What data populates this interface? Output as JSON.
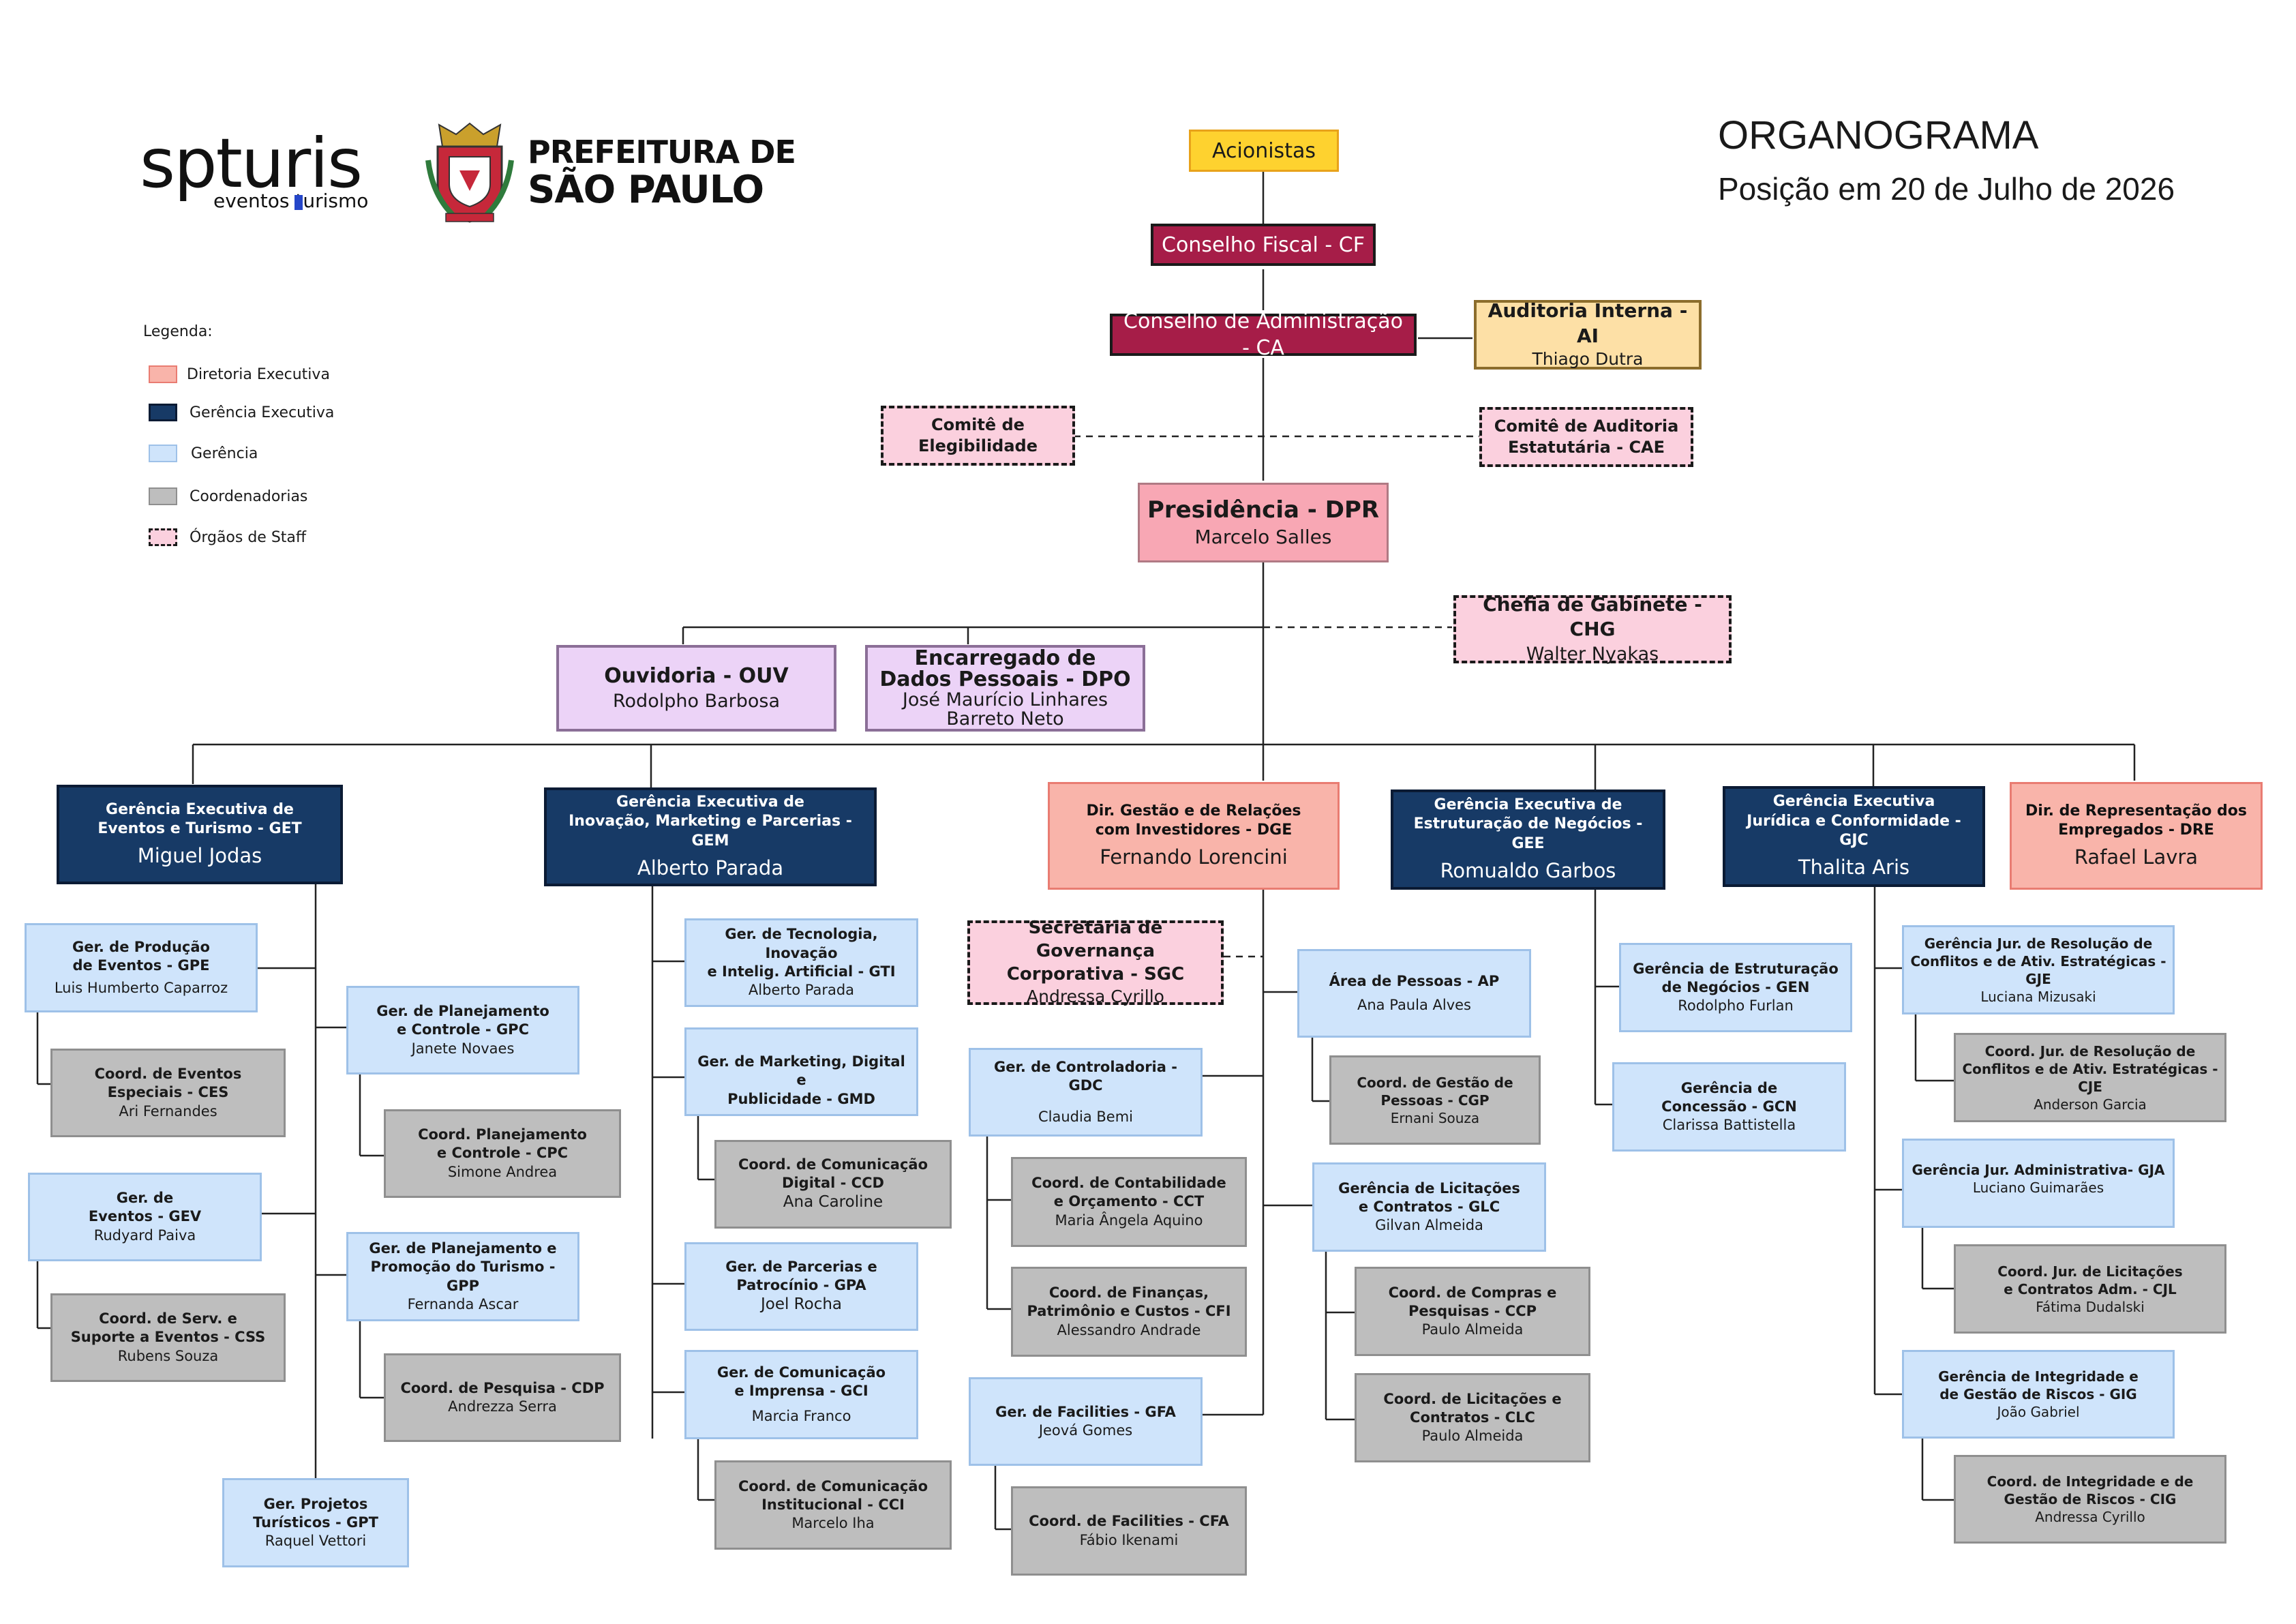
{
  "header": {
    "title": "ORGANOGRAMA",
    "subtitle": "Posição em 20 de Julho de 2026",
    "logo_spturis_main": "spturis",
    "logo_spturis_sub": "eventos turismo",
    "logo_prefeitura_line1": "PREFEITURA DE",
    "logo_prefeitura_line2": "SÃO PAULO"
  },
  "legend": {
    "title": "Legenda:",
    "items": [
      {
        "label": "Diretoria Executiva"
      },
      {
        "label": "Gerência Executiva"
      },
      {
        "label": "Gerência"
      },
      {
        "label": "Coordenadorias"
      },
      {
        "label": "Órgãos de Staff"
      }
    ]
  },
  "colors": {
    "diretoria": "#f9b4aa",
    "gerencia_executiva": "#173a66",
    "gerencia": "#cfe4fb",
    "coordenadoria": "#bebebe",
    "staff": "#fbd0de",
    "conselho": "#a61d48",
    "acionistas": "#fed22f"
  },
  "org": {
    "acionistas": {
      "title": "Acionistas",
      "person": ""
    },
    "cf": {
      "title": "Conselho Fiscal - CF",
      "person": ""
    },
    "ca": {
      "title": "Conselho de Administração - CA",
      "person": ""
    },
    "ai": {
      "title": "Auditoria Interna - AI",
      "person": "Thiago Dutra"
    },
    "ce": {
      "title": "Comitê de\nElegibilidade",
      "person": ""
    },
    "cae": {
      "title": "Comitê de Auditoria\nEstatutária - CAE",
      "person": ""
    },
    "dpr": {
      "title": "Presidência - DPR",
      "person": "Marcelo Salles"
    },
    "chg": {
      "title": "Chefia de Gabinete - CHG",
      "person": "Walter Nyakas"
    },
    "ouv": {
      "title": "Ouvidoria - OUV",
      "person": "Rodolpho Barbosa"
    },
    "dpo": {
      "title": "Encarregado de\nDados Pessoais - DPO",
      "person": "José Maurício Linhares\nBarreto Neto"
    },
    "get": {
      "title": "Gerência Executiva de\nEventos e Turismo - GET",
      "person": "Miguel Jodas"
    },
    "gem": {
      "title": "Gerência Executiva de\nInovação, Marketing e Parcerias - GEM",
      "person": "Alberto Parada"
    },
    "dge": {
      "title": "Dir. Gestão e de Relações\ncom Investidores - DGE",
      "person": "Fernando Lorencini"
    },
    "gee": {
      "title": "Gerência Executiva de\nEstruturação de Negócios - GEE",
      "person": "Romualdo Garbos"
    },
    "gjc": {
      "title": "Gerência Executiva\nJurídica e Conformidade - GJC",
      "person": "Thalita Aris"
    },
    "dre": {
      "title": "Dir. de Representação dos\nEmpregados - DRE",
      "person": "Rafael Lavra"
    },
    "gpe": {
      "title": "Ger. de Produção\nde Eventos - GPE",
      "person": "Luis Humberto Caparroz"
    },
    "ces": {
      "title": "Coord. de Eventos\nEspeciais - CES",
      "person": "Ari Fernandes"
    },
    "gpc": {
      "title": "Ger. de Planejamento\ne Controle - GPC",
      "person": "Janete Novaes"
    },
    "cpc": {
      "title": "Coord. Planejamento\ne Controle - CPC",
      "person": "Simone Andrea"
    },
    "gev": {
      "title": "Ger. de\nEventos - GEV",
      "person": "Rudyard Paiva"
    },
    "css": {
      "title": "Coord. de Serv. e\nSuporte a Eventos - CSS",
      "person": "Rubens  Souza"
    },
    "gpp": {
      "title": "Ger. de Planejamento e\nPromoção do Turismo - GPP",
      "person": "Fernanda Ascar"
    },
    "cdp": {
      "title": "Coord. de Pesquisa - CDP",
      "person": "Andrezza Serra"
    },
    "gpt": {
      "title": "Ger. Projetos\nTurísticos - GPT",
      "person": "Raquel Vettori"
    },
    "gti": {
      "title": "Ger. de Tecnologia, Inovação\ne Intelig. Artificial - GTI",
      "person": "Alberto Parada"
    },
    "gmd": {
      "title": "Ger. de Marketing, Digital e\nPublicidade - GMD",
      "person": ""
    },
    "ccd": {
      "title": "Coord. de Comunicação\nDigital - CCD",
      "person": "Ana Caroline"
    },
    "gpa": {
      "title": "Ger. de Parcerias e\nPatrocínio - GPA",
      "person": "Joel Rocha"
    },
    "gci": {
      "title": "Ger. de Comunicação\ne Imprensa - GCI",
      "person": "Marcia Franco"
    },
    "cci": {
      "title": "Coord. de Comunicação\nInstitucional - CCI",
      "person": "Marcelo Iha"
    },
    "sgc": {
      "title": "Secretaria de Governança\nCorporativa - SGC",
      "person": "Andressa Cyrillo"
    },
    "gdc": {
      "title": "Ger. de Controladoria - GDC",
      "person": "Claudia Bemi"
    },
    "cct": {
      "title": "Coord. de Contabilidade\ne Orçamento - CCT",
      "person": "Maria Ângela Aquino"
    },
    "cfi": {
      "title": "Coord. de Finanças,\nPatrimônio e Custos - CFI",
      "person": "Alessandro Andrade"
    },
    "gfa": {
      "title": "Ger. de Facilities - GFA",
      "person": "Jeová Gomes"
    },
    "cfa": {
      "title": "Coord. de Facilities - CFA",
      "person": "Fábio Ikenami"
    },
    "ap": {
      "title": "Área de Pessoas - AP",
      "person": "Ana Paula Alves"
    },
    "cgp": {
      "title": "Coord. de Gestão de\nPessoas - CGP",
      "person": "Ernani Souza"
    },
    "glc": {
      "title": "Gerência de Licitações\ne Contratos - GLC",
      "person": "Gilvan Almeida"
    },
    "ccp": {
      "title": "Coord. de Compras e\nPesquisas - CCP",
      "person": "Paulo Almeida"
    },
    "clc": {
      "title": "Coord. de Licitações e\nContratos - CLC",
      "person": "Paulo Almeida"
    },
    "gen": {
      "title": "Gerência de Estruturação\nde Negócios - GEN",
      "person": "Rodolpho Furlan"
    },
    "gcn": {
      "title": "Gerência de\nConcessão - GCN",
      "person": "Clarissa Battistella"
    },
    "gje": {
      "title": "Gerência Jur. de Resolução de\nConflitos e de Ativ. Estratégicas - GJE",
      "person": "Luciana Mizusaki"
    },
    "cje": {
      "title": "Coord. Jur. de Resolução de\nConflitos e de Ativ. Estratégicas - CJE",
      "person": "Anderson Garcia"
    },
    "gja": {
      "title": "Gerência Jur. Administrativa- GJA",
      "person": "Luciano Guimarães"
    },
    "cjl": {
      "title": "Coord. Jur. de Licitações\ne Contratos Adm. - CJL",
      "person": "Fátima Dudalski"
    },
    "gig": {
      "title": "Gerência de Integridade e\nde Gestão de Riscos - GIG",
      "person": "João Gabriel"
    },
    "cig": {
      "title": "Coord. de Integridade e de\nGestão de Riscos - CIG",
      "person": "Andressa Cyrillo"
    }
  }
}
